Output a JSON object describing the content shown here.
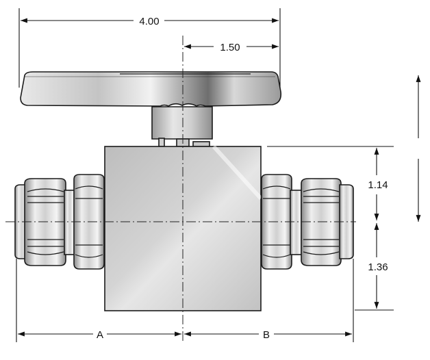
{
  "dimensions": {
    "overall_width": "4.00",
    "handle_offset": "1.50",
    "upper_height": "1.14",
    "lower_height": "1.36",
    "port_a": "A",
    "port_b": "B"
  },
  "colors": {
    "metal_light": "#f2f2f2",
    "metal_mid": "#c8c8c8",
    "metal_dark": "#8a8a8a",
    "line": "#111111"
  }
}
